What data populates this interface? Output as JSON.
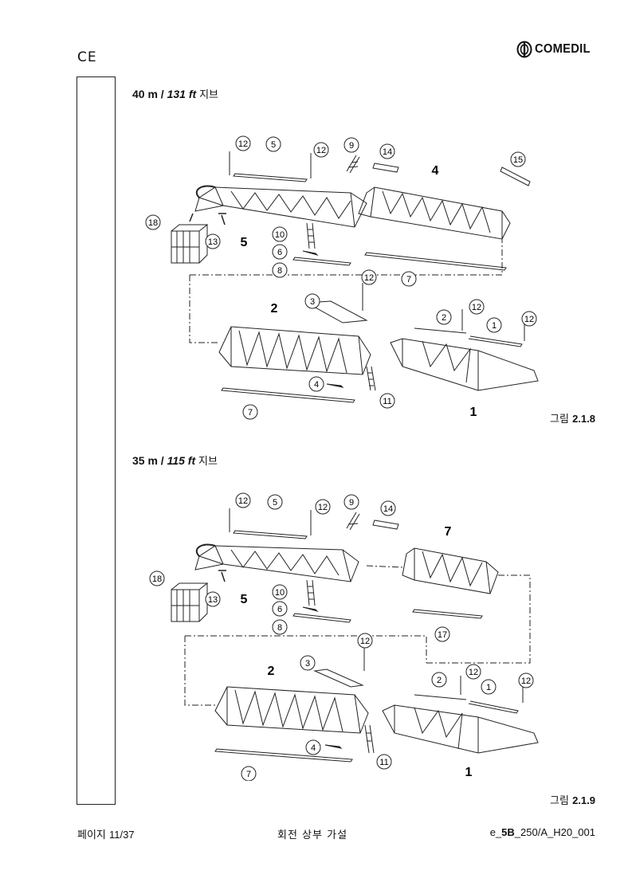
{
  "header": {
    "ce_mark": "CE",
    "logo_text": "COMEDIL"
  },
  "figures": [
    {
      "title_length": "40 m /",
      "title_ft": "131 ft",
      "title_suffix": "지브",
      "caption_label": "그림",
      "caption_number": "2.1.8",
      "callouts": [
        "12",
        "5",
        "12",
        "9",
        "14",
        "15",
        "18",
        "13",
        "10",
        "6",
        "8",
        "7",
        "12",
        "3",
        "2",
        "12",
        "1",
        "12",
        "4",
        "11",
        "7"
      ],
      "part_numbers": [
        "4",
        "5",
        "2",
        "1"
      ]
    },
    {
      "title_length": "35 m /",
      "title_ft": "115 ft",
      "title_suffix": "지브",
      "caption_label": "그림",
      "caption_number": "2.1.9",
      "callouts": [
        "12",
        "5",
        "12",
        "9",
        "14",
        "18",
        "13",
        "10",
        "6",
        "8",
        "17",
        "12",
        "3",
        "2",
        "12",
        "1",
        "12",
        "4",
        "11",
        "7"
      ],
      "part_numbers": [
        "7",
        "5",
        "2",
        "1"
      ]
    }
  ],
  "footer": {
    "page_label": "페이지",
    "page_number": "11/37",
    "section_title": "회전 상부 가설",
    "doc_code_prefix": "e_",
    "doc_code_bold": "5B",
    "doc_code_rest": "_250/A_H20_001"
  }
}
